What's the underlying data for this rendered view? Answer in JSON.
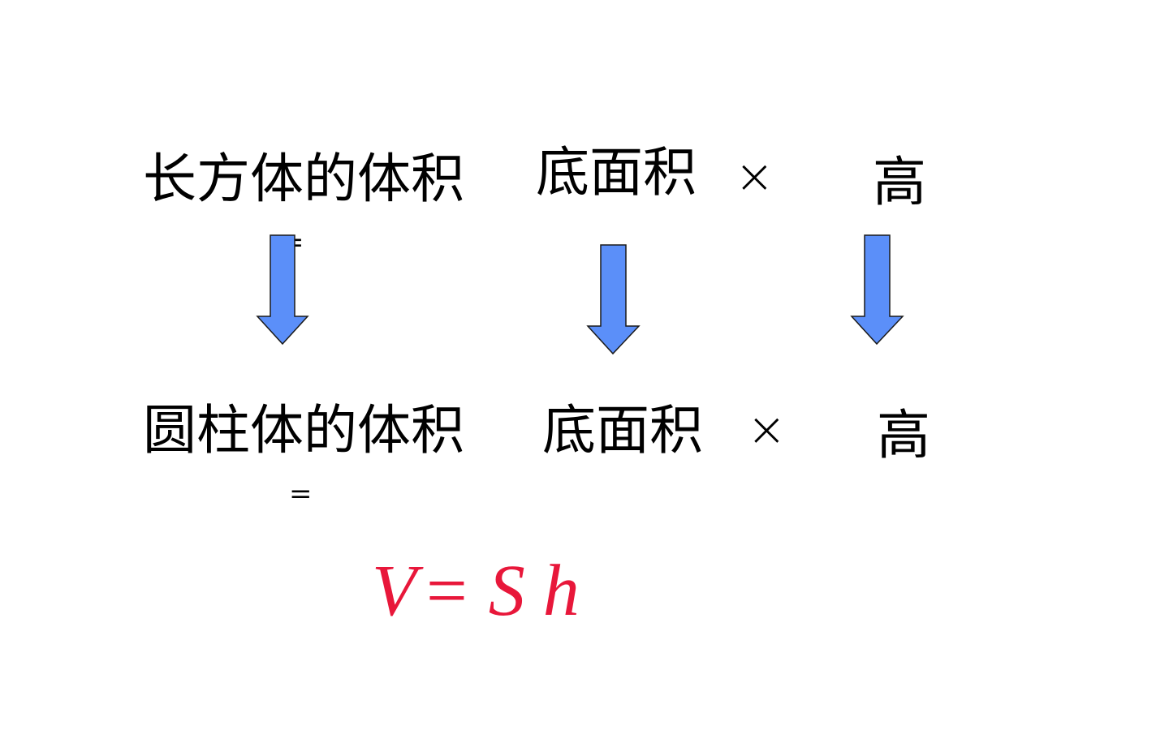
{
  "row1": {
    "left": "长方体的体积",
    "equals": "=",
    "middle": "底面积",
    "times": "×",
    "right": "高"
  },
  "row2": {
    "left": "圆柱体的体积",
    "equals": "=",
    "middle": "底面积",
    "times": "×",
    "right": "高"
  },
  "formula": {
    "lhs": "V",
    "equals": "=",
    "s": "S",
    "h": "h"
  },
  "colors": {
    "arrow_fill": "#5b8ff9",
    "arrow_stroke": "#1a1a1a",
    "formula": "#e8173a",
    "text": "#000000"
  },
  "icons": [
    "down-arrow-icon",
    "down-arrow-icon",
    "down-arrow-icon"
  ]
}
